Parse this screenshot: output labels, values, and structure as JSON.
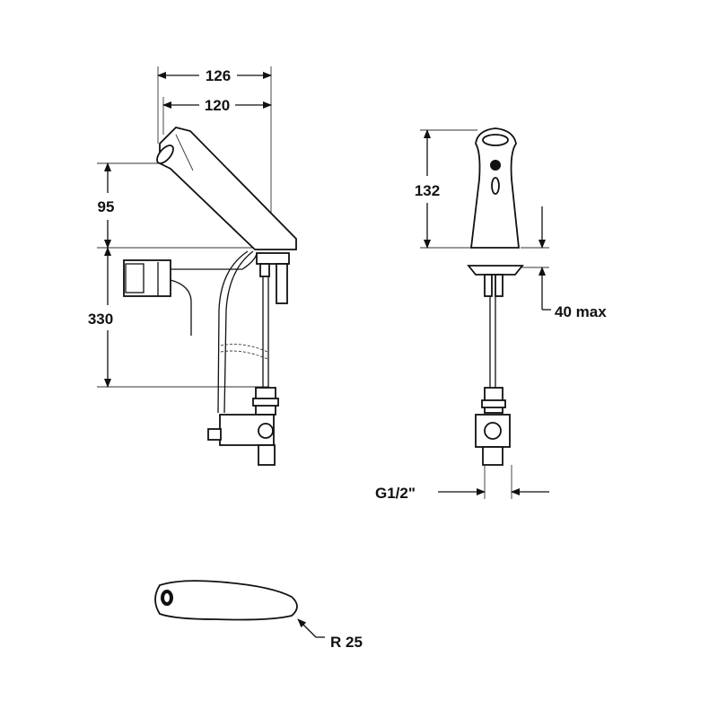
{
  "dimensions": {
    "overall_depth": "126",
    "spout_reach": "120",
    "spout_height": "95",
    "hose_length": "330",
    "body_height": "132",
    "deck_thickness": "40 max",
    "connection_thread": "G1/2\"",
    "spout_radius": "R 25"
  }
}
